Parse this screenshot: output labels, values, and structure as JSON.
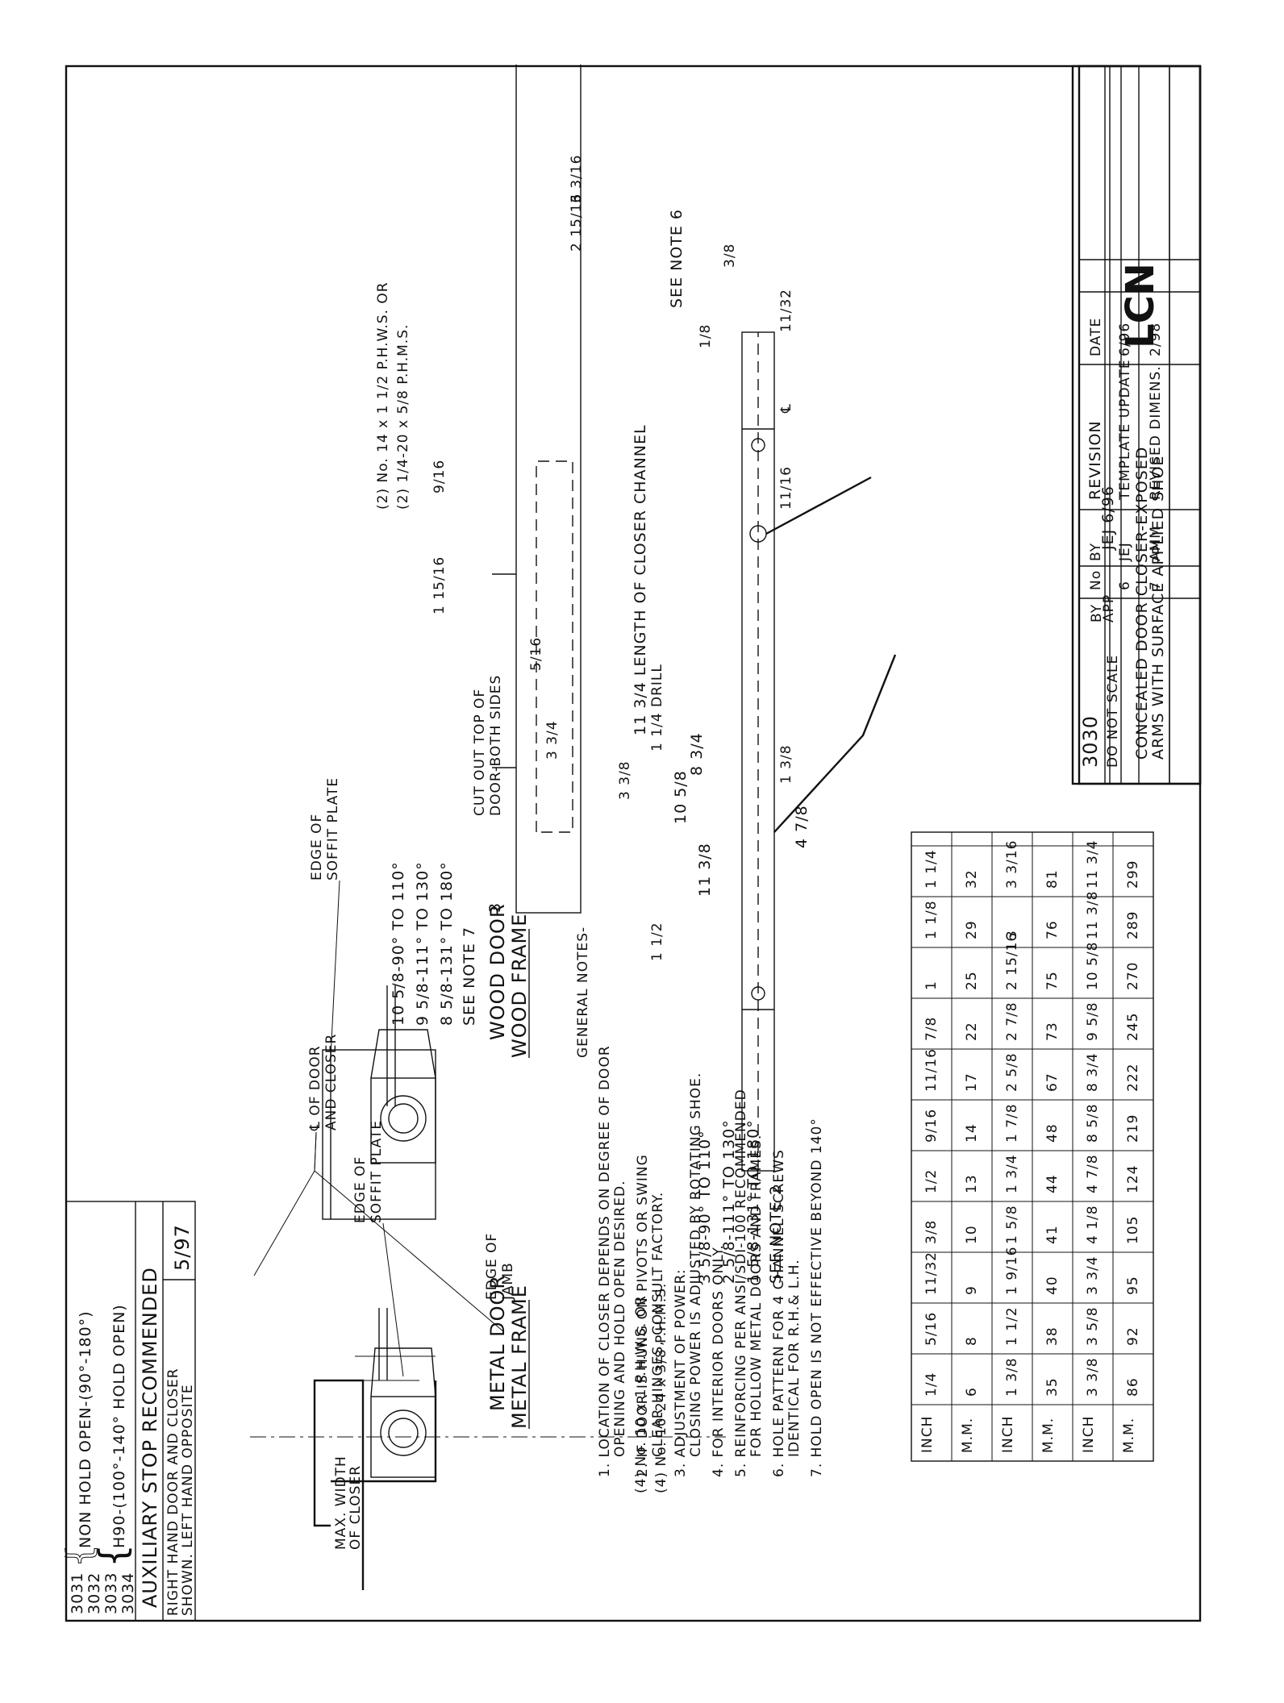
{
  "title_block": {
    "model_list": [
      "3031",
      "3032",
      "3033",
      "3034"
    ],
    "hold_open_lines": [
      "NON HOLD OPEN-(90°-180°)",
      "H90-(100°-140° HOLD OPEN)"
    ],
    "aux_stop": "AUXILIARY STOP RECOMMENDED",
    "hand_note_1": "RIGHT HAND DOOR AND CLOSER",
    "hand_note_2": "SHOWN. LEFT HAND OPPOSITE",
    "date_code": "5/97"
  },
  "frame_views": {
    "cl_label_1": "℄ OF DOOR",
    "cl_label_2": "AND CLOSER",
    "soffit_1": "EDGE OF",
    "soffit_2": "SOFFIT PLATE",
    "soffit_b1": "EDGE OF",
    "soffit_b2": "SOFFIT PLATE",
    "max_width_1": "MAX. WIDTH",
    "max_width_2": "OF CLOSER",
    "metal_caption_1": "METAL DOOR",
    "metal_caption_2": "METAL FRAME",
    "wood_caption_1": "WOOD DOOR",
    "wood_caption_2": "WOOD FRAME"
  },
  "notes": {
    "heading": "GENERAL NOTES-",
    "items": [
      "1. LOCATION OF CLOSER DEPENDS ON DEGREE OF DOOR",
      "OPENING AND HOLD OPEN DESIRED.",
      "2. IF DOOR IS HUNG ON PIVOTS OR SWING",
      "CLEAR HINGES, CONSULT FACTORY.",
      "3. ADJUSTMENT OF POWER:",
      "CLOSING POWER IS ADJUSTED BY ROTATING SHOE.",
      "4. FOR INTERIOR DOORS ONLY.",
      "5. REINFORCING PER ANSI/SDI-100 RECOMMENDED",
      "FOR HOLLOW METAL DOORS AND FRAMES.",
      "6. HOLE PATTERN FOR 4 CHANNEL SCREWS",
      "IDENTICAL FOR R.H.& L.H.",
      "7. HOLD OPEN IS NOT EFFECTIVE BEYOND 140°"
    ]
  },
  "plan_view": {
    "screw_note_1": "(4) No. 10 x 1 P.H.W.S. OR",
    "screw_note_2": "(4) No. 10-24 x 3/8 P.H.M.S.",
    "see_note_6": "SEE NOTE 6",
    "dim_11_3_8": "11 3/8",
    "dim_10_5_8": "10 5/8",
    "dim_4_7_8": "4 7/8",
    "dim_1_8": "1/8",
    "dim_3_8": "3/8",
    "dim_11_32": "11/32",
    "dim_11_16": "11/16",
    "dim_1_3_8": "1 3/8",
    "cl": "℄"
  },
  "door_view": {
    "cutout_1": "CUT OUT TOP OF",
    "cutout_2": "DOOR-BOTH SIDES",
    "screw_1": "(2) No. 14 x 1 1/2 P.H.W.S. OR",
    "screw_2": "(2) 1/4-20 x 5/8 P.H.M.S.",
    "drill": "1 1/4 DRILL",
    "length": "11 3/4 LENGTH OF CLOSER CHANNEL",
    "dim_9_16": "9/16",
    "dim_1_15_16": "1 15/16",
    "dim_5_16": "5/16",
    "dim_3_3_4": "3 3/4",
    "dim_8_3_4": "8 3/4",
    "dim_3_3_8": "3 3/8",
    "dim_3": "3",
    "dim_1_1_2": "1 1/2",
    "dim_2_15_16": "2 15/16",
    "dim_3_3_16": "3 3/16",
    "jamb_1": "EDGE OF",
    "jamb_2": "JAMB"
  },
  "opening_tables": {
    "frame_table": [
      "10 5/8-90° TO 110°",
      "9 5/8-111° TO 130°",
      "8 5/8-131° TO 180°"
    ],
    "frame_note": "SEE NOTE 7",
    "door_table": [
      "3 5/8-90° TO 110°",
      "2 5/8-111° TO 130°",
      "1 5/8-131° TO 180°"
    ],
    "door_note": "SEE NOTE 2"
  },
  "conversion_table": {
    "row1_label": "INCH",
    "row1": [
      "1/4",
      "5/16",
      "11/32",
      "3/8",
      "1/2",
      "9/16",
      "11/16",
      "7/8",
      "1",
      "1 1/8",
      "1 1/4"
    ],
    "row2_label": "M.M.",
    "row2": [
      "6",
      "8",
      "9",
      "10",
      "13",
      "14",
      "17",
      "22",
      "25",
      "29",
      "32"
    ],
    "row3_label": "INCH",
    "row3": [
      "1 3/8",
      "1 1/2",
      "1 9/16",
      "1 5/8",
      "1 3/4",
      "1 7/8",
      "2 5/8",
      "2 7/8",
      "2 15/16",
      "3",
      "3 3/16"
    ],
    "row4_label": "M.M.",
    "row4": [
      "35",
      "38",
      "40",
      "41",
      "44",
      "48",
      "67",
      "73",
      "75",
      "76",
      "81"
    ],
    "row5_label": "INCH",
    "row5": [
      "3 3/8",
      "3 5/8",
      "3 3/4",
      "4 1/8",
      "4 7/8",
      "8 5/8",
      "8 3/4",
      "9 5/8",
      "10 5/8",
      "11 3/8",
      "11 3/4"
    ],
    "row6_label": "M.M.",
    "row6": [
      "86",
      "92",
      "95",
      "105",
      "124",
      "219",
      "222",
      "245",
      "270",
      "289",
      "299"
    ]
  },
  "revision_block": {
    "headers": [
      "No",
      "REVISION",
      "BY",
      "DATE"
    ],
    "rows": [
      [
        "6",
        "TEMPLATE UPDATE",
        "JEJ",
        "6/96"
      ],
      [
        "7",
        "REVISED DIMENS.",
        "AMM",
        "2/98"
      ]
    ],
    "app_label": "APP",
    "by_label": "BY",
    "app_value": "JEJ 6/96",
    "scale_note": "DO NOT SCALE",
    "logo": "LCN",
    "desc_1": "CONCEALED DOOR CLOSER-EXPOSED",
    "desc_2": "ARMS WITH SURFACE APPLIED SHOE",
    "number": "3030"
  }
}
